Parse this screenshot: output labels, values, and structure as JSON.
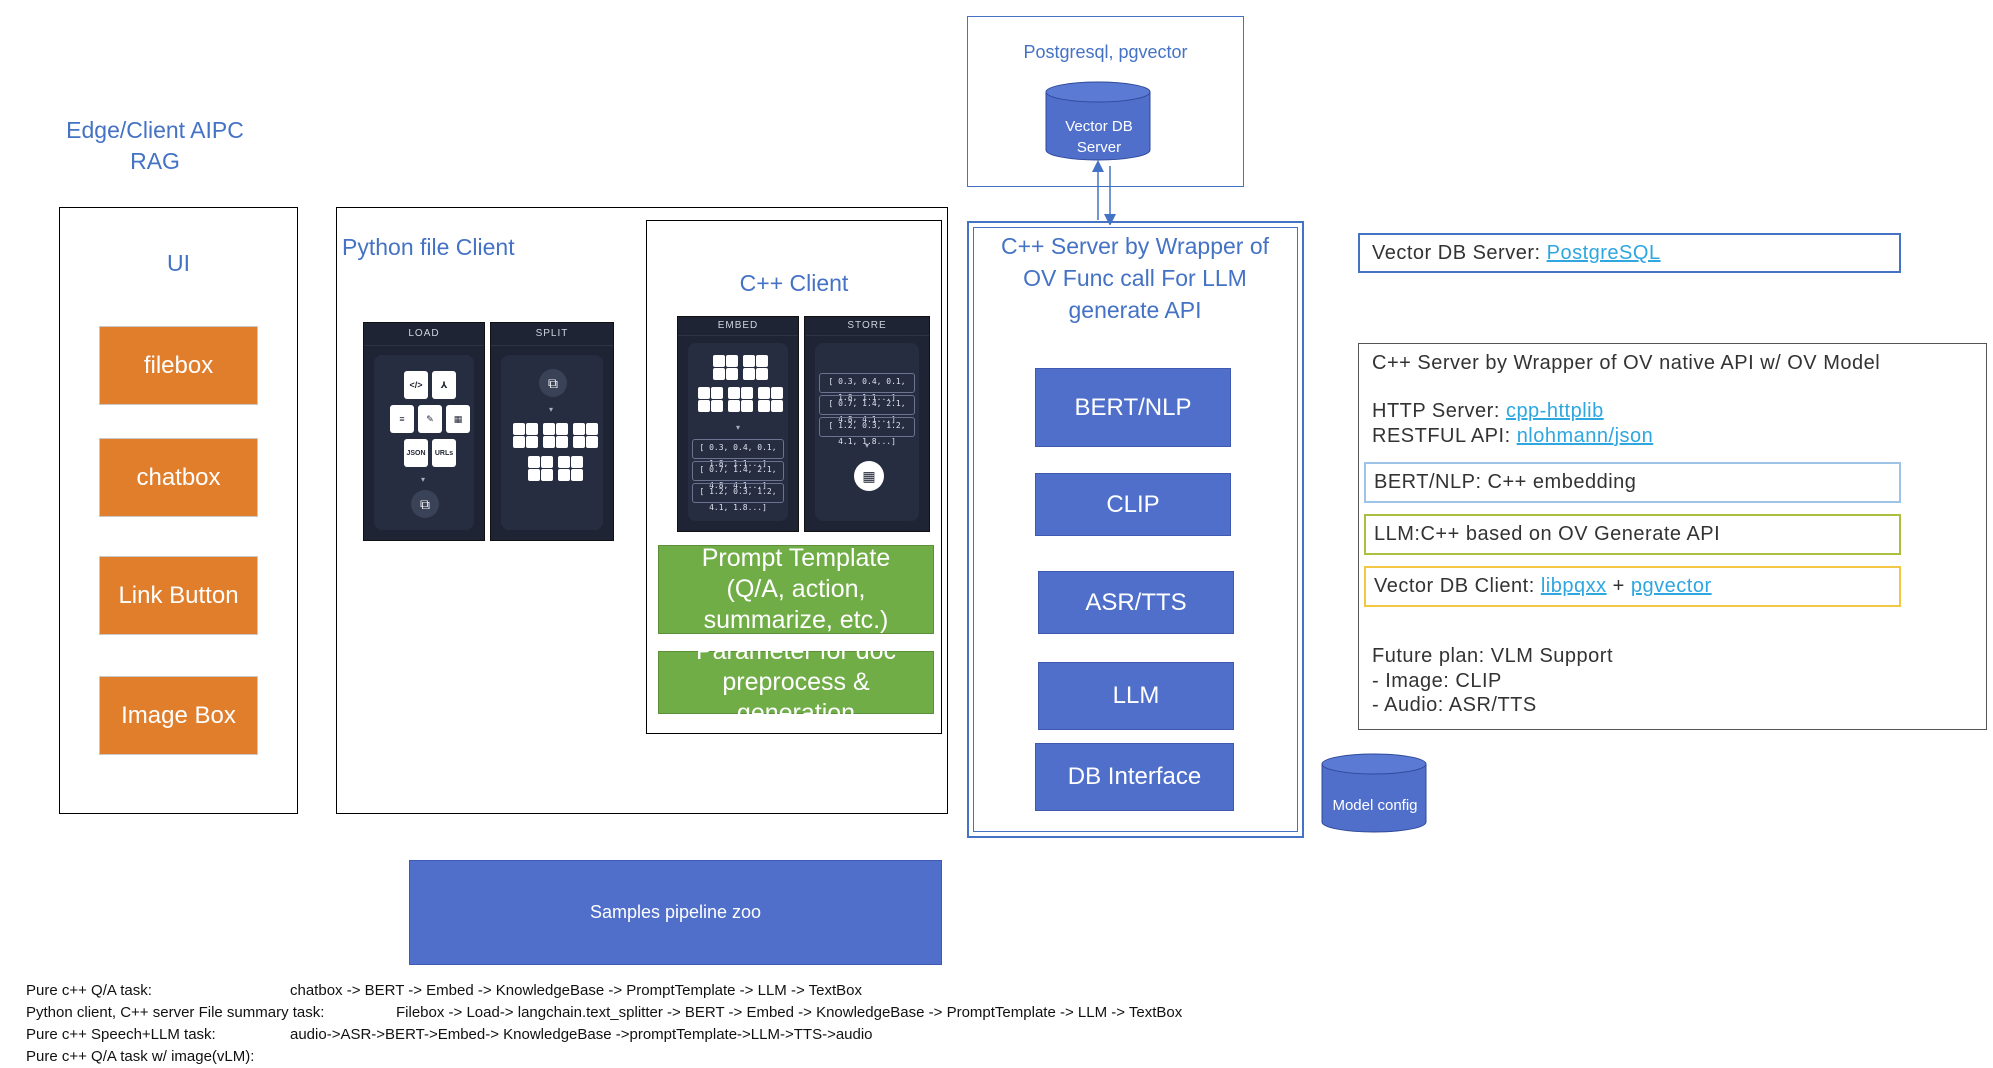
{
  "title": {
    "line1": "Edge/Client AIPC",
    "line2": "RAG"
  },
  "ui": {
    "label": "UI",
    "buttons": [
      "filebox",
      "chatbox",
      "Link Button",
      "Image Box"
    ]
  },
  "python_client": {
    "label": "Python file Client",
    "load_panel": {
      "title": "LOAD",
      "docs": [
        "</>",
        "⅄",
        "≡",
        "✎",
        "▦",
        "JSON",
        "URLs"
      ]
    },
    "split_panel": {
      "title": "SPLIT"
    }
  },
  "cpp_client": {
    "label": "C++ Client",
    "embed_panel": {
      "title": "EMBED",
      "vectors": [
        "[ 0.3, 0.4, 0.1, 1.8, 1.1...]",
        "[ 0.7, 1.4, 2.1, 4.8, 4.1...]",
        "[ 1.2, 0.3, 1.2, 4.1, 1.8...]"
      ]
    },
    "store_panel": {
      "title": "STORE",
      "vectors": [
        "[ 0.3, 0.4, 0.1, 1.8, 1.1...]",
        "[ 0.7, 1.4, 2.1, 4.8, 4.1...]",
        "[ 1.2, 0.3, 1.2, 4.1, 1.8...]"
      ]
    },
    "prompt_template": "Prompt Template (Q/A, action, summarize, etc.)",
    "parameter": "Parameter for doc preprocess & generation"
  },
  "postgres": {
    "label": "Postgresql, pgvector",
    "db": "Vector DB Server"
  },
  "server": {
    "label": "C++ Server by Wrapper of OV Func call For LLM generate API",
    "modules": [
      "BERT/NLP",
      "CLIP",
      "ASR/TTS",
      "LLM",
      "DB Interface"
    ]
  },
  "model_config": "Model config",
  "samples": "Samples pipeline zoo",
  "right": {
    "vector_db_prefix": "Vector DB Server: ",
    "vector_db_link": "PostgreSQL",
    "server_title": "C++ Server by Wrapper of OV native API w/ OV Model",
    "http_prefix": "HTTP Server: ",
    "http_link": "cpp-httplib",
    "rest_prefix": "RESTFUL API: ",
    "rest_link": "nlohmann/json",
    "bert": "BERT/NLP: C++ embedding",
    "llm": "LLM:C++ based on OV Generate API",
    "vdb_client_prefix": "Vector DB Client: ",
    "vdb_client_link1": "libpqxx",
    "vdb_client_plus": " + ",
    "vdb_client_link2": "pgvector",
    "future1": "Future plan: VLM Support",
    "future2": "- Image: CLIP",
    "future3": "- Audio: ASR/TTS"
  },
  "tasks": [
    {
      "name": "Pure c++ Q/A task:",
      "flow": "chatbox -> BERT -> Embed ->  KnowledgeBase -> PromptTemplate -> LLM -> TextBox"
    },
    {
      "name": "Python client, C++ server File summary task:",
      "flow": "Filebox -> Load-> langchain.text_splitter -> BERT -> Embed -> KnowledgeBase -> PromptTemplate -> LLM -> TextBox"
    },
    {
      "name": "Pure c++ Speech+LLM task:",
      "flow": "audio->ASR->BERT->Embed-> KnowledgeBase ->promptTemplate->LLM->TTS->audio"
    },
    {
      "name": "Pure c++ Q/A task w/ image(vLM):",
      "flow": ""
    }
  ],
  "colors": {
    "accent": "#4472C4",
    "orange": "#E07E2C",
    "blue_block": "#4F6FCB",
    "green": "#70AD47",
    "link": "#2ea6e0"
  }
}
